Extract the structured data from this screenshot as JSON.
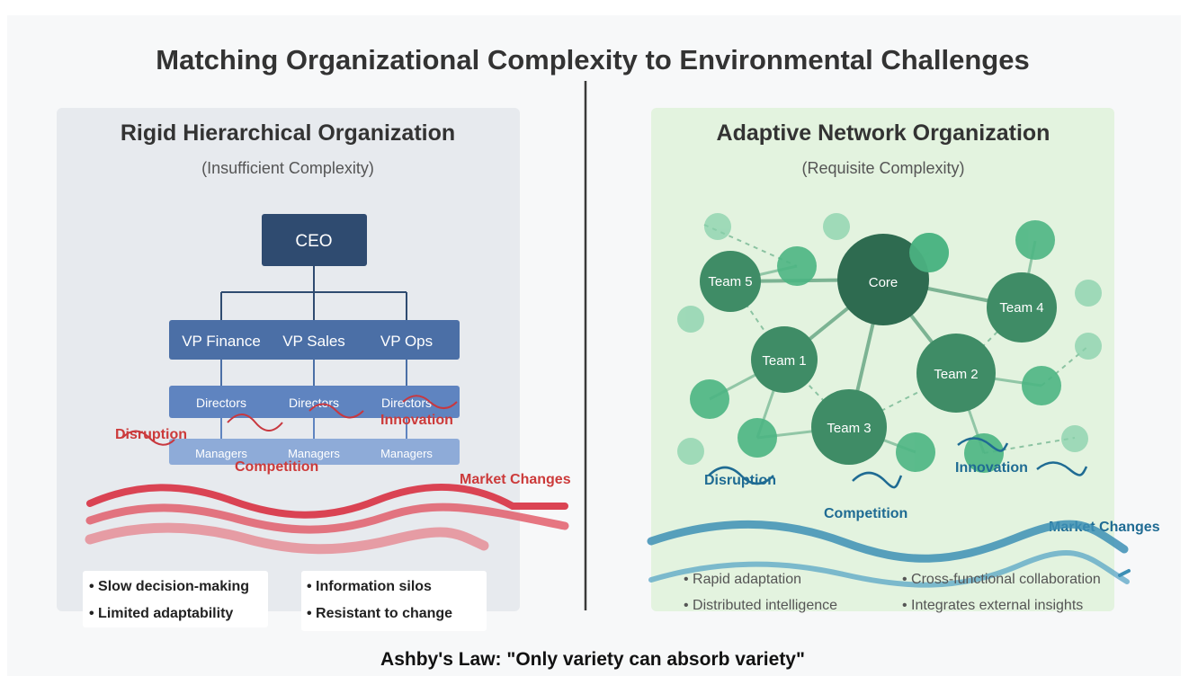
{
  "title": "Matching Organizational Complexity to Environmental Challenges",
  "footer": "Ashby's Law: \"Only variety can absorb variety\"",
  "left_panel": {
    "title": "Rigid Hierarchical Organization",
    "subtitle": "(Insufficient Complexity)",
    "ceo": "CEO",
    "vps": [
      "VP Finance",
      "VP Sales",
      "VP Ops"
    ],
    "directors": [
      "Directors",
      "Directors",
      "Directors"
    ],
    "managers": [
      "Managers",
      "Managers",
      "Managers"
    ],
    "pressures": {
      "disruption": "Disruption",
      "innovation": "Innovation",
      "competition": "Competition",
      "market": "Market Changes"
    },
    "bullets": [
      "• Slow decision-making",
      "• Limited adaptability",
      "• Information silos",
      "• Resistant to change"
    ]
  },
  "right_panel": {
    "title": "Adaptive Network Organization",
    "subtitle": "(Requisite Complexity)",
    "nodes": {
      "core": "Core",
      "team1": "Team 1",
      "team2": "Team 2",
      "team3": "Team 3",
      "team4": "Team 4",
      "team5": "Team 5"
    },
    "pressures": {
      "disruption": "Disruption",
      "innovation": "Innovation",
      "competition": "Competition",
      "market": "Market Changes"
    },
    "bullets": [
      "• Rapid adaptation",
      "• Cross-functional collaboration",
      "• Distributed intelligence",
      "• Integrates external insights"
    ]
  },
  "colors": {
    "ceo": "#2f4b70",
    "vp": "#4b6fa6",
    "director": "#5f84c0",
    "manager": "#8eabd8",
    "pressure_red": "#d93a4a",
    "pressure_blue": "#3d8fb5",
    "node_dark": "#2e6b50",
    "node_mid": "#3f8c66",
    "node_light": "#4cb583",
    "node_pale": "#88d1ab"
  }
}
